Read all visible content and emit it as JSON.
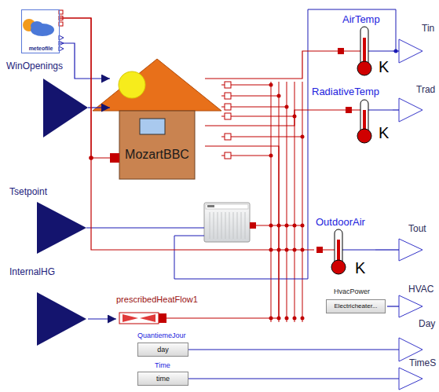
{
  "diagram": {
    "nodes": [
      {
        "text": [
          "meteofile"
        ]
      },
      {
        "text": [
          "WinOpenings"
        ]
      },
      {
        "text": [
          "MozartBBC"
        ]
      },
      {
        "text": [
          "AirTemp",
          "K"
        ]
      },
      {
        "text": [
          "Tin"
        ]
      },
      {
        "text": [
          "RadiativeTemp",
          "K"
        ]
      },
      {
        "text": [
          "Trad"
        ]
      },
      {
        "text": [
          "Tsetpoint"
        ]
      },
      {
        "text": [
          "OutdoorAir",
          "K"
        ]
      },
      {
        "text": [
          "Tout"
        ]
      },
      {
        "text": [
          "InternalHG"
        ]
      },
      {
        "text": [
          "prescribedHeatFlow1"
        ]
      },
      {
        "text": [
          "HvacPower",
          "Electricheater..."
        ]
      },
      {
        "text": [
          "HVAC"
        ]
      },
      {
        "text": [
          "QuantiemeJour",
          "day"
        ]
      },
      {
        "text": [
          "Day"
        ]
      },
      {
        "text": [
          "Time",
          "time"
        ]
      },
      {
        "text": [
          "TimeS"
        ]
      }
    ],
    "edges": [
      {
        "from": 0,
        "to": 2,
        "arrow": "to"
      },
      {
        "from": 1,
        "to": 2,
        "arrow": "to"
      },
      {
        "from": 0,
        "to": 2,
        "arrow": "none"
      },
      {
        "from": 0,
        "to": 8,
        "arrow": "none"
      },
      {
        "from": 2,
        "to": 3,
        "arrow": "none"
      },
      {
        "from": 2,
        "to": 5,
        "arrow": "none"
      },
      {
        "from": 11,
        "to": 2,
        "arrow": "none"
      },
      {
        "from": 3,
        "to": 4,
        "arrow": "none"
      },
      {
        "from": 5,
        "to": 6,
        "arrow": "none"
      },
      {
        "from": 8,
        "to": 9,
        "arrow": "none"
      },
      {
        "from": 10,
        "to": 11,
        "arrow": "to"
      },
      {
        "from": 12,
        "to": 13,
        "arrow": "none"
      },
      {
        "from": 14,
        "to": 15,
        "arrow": "none"
      },
      {
        "from": 16,
        "to": 17,
        "arrow": "none"
      }
    ]
  }
}
